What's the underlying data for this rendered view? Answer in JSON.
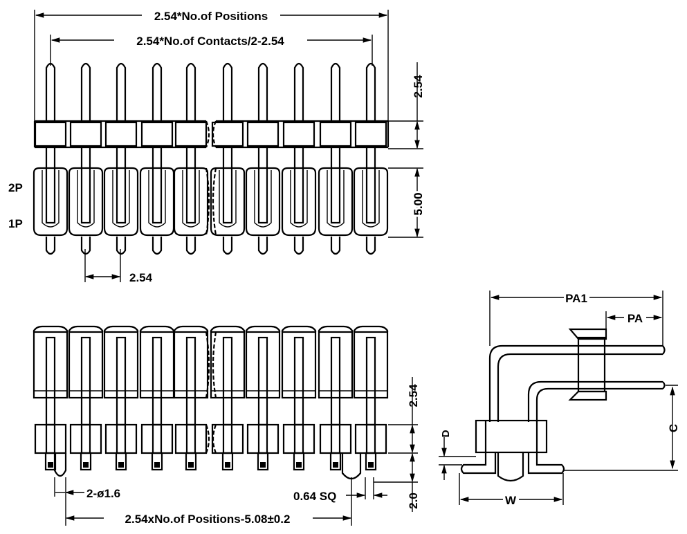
{
  "top_view": {
    "dim_positions": "2.54*No.of Positions",
    "dim_contacts": "2.54*No.of Contacts/2-2.54",
    "dim_pitch_right": "2.54",
    "dim_height_right": "5.00",
    "label_2p": "2P",
    "label_1p": "1P",
    "dim_pitch_bottom": "2.54"
  },
  "front_view": {
    "dim_pitch_right": "2.54",
    "dim_boss": "2-ø1.6",
    "dim_sq": "0.64 SQ",
    "dim_height": "2.0",
    "dim_total": "2.54xNo.of Positions-5.08±0.2"
  },
  "side_view": {
    "dim_pa1": "PA1",
    "dim_pa": "PA",
    "dim_c": "C",
    "dim_d": "D",
    "dim_w": "W"
  }
}
